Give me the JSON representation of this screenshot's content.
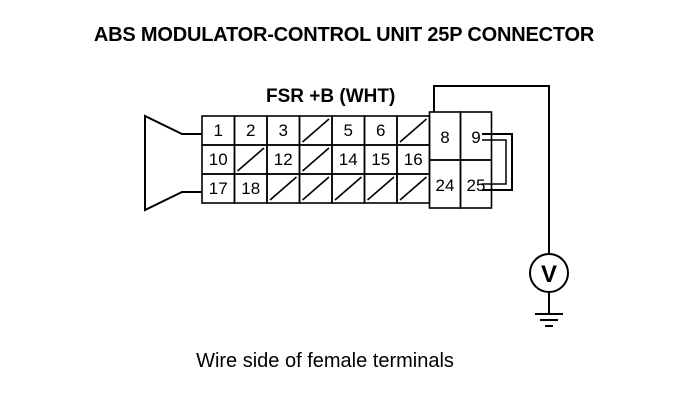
{
  "title": "ABS MODULATOR-CONTROL UNIT 25P CONNECTOR",
  "wire_label": "FSR +B (WHT)",
  "caption": "Wire side of female terminals",
  "connector": {
    "rows": [
      [
        "1",
        "2",
        "3",
        "",
        "5",
        "6",
        ""
      ],
      [
        "10",
        "",
        "12",
        "",
        "14",
        "15",
        "16"
      ],
      [
        "17",
        "18",
        "",
        "",
        "",
        "",
        ""
      ]
    ],
    "right_block": [
      "8",
      "9",
      "24",
      "25"
    ]
  },
  "voltmeter_symbol": "V"
}
